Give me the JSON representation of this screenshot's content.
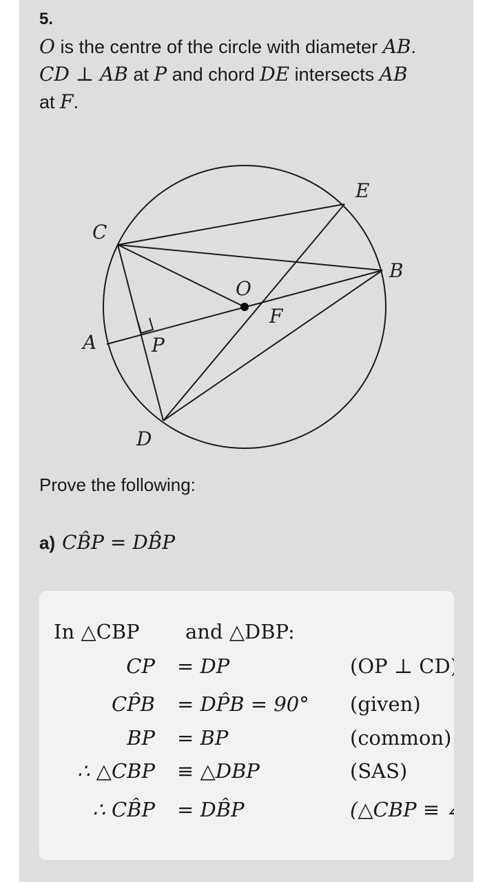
{
  "question_number": "5.",
  "statement": {
    "line1_a": "O",
    "line1_b": " is the centre of the circle with diameter ",
    "line1_c": "AB",
    "line1_d": ".",
    "line2_a": "CD ⊥ AB",
    "line2_b": " at ",
    "line2_c": "P",
    "line2_d": " and chord ",
    "line2_e": "DE",
    "line2_f": " intersects ",
    "line2_g": "AB",
    "line3_a": "at ",
    "line3_b": "F",
    "line3_c": "."
  },
  "diagram": {
    "labels": {
      "A": "A",
      "B": "B",
      "C": "C",
      "D": "D",
      "E": "E",
      "O": "O",
      "P": "P",
      "F": "F"
    }
  },
  "prove_heading": "Prove the following:",
  "part_a": {
    "label": "a)",
    "expr": "CB̂P = DB̂P"
  },
  "proof": {
    "intro_left": "In △CBP",
    "intro_right": "and △DBP:",
    "rows": [
      {
        "lhs": "CP",
        "rel": "= DP",
        "reason": "(OP ⊥ CD)"
      },
      {
        "lhs": "CP̂B",
        "rel": "= DP̂B = 90°",
        "reason": "(given)"
      },
      {
        "lhs": "BP",
        "rel": "= BP",
        "reason": "(common)"
      },
      {
        "lhs": "∴ △CBP",
        "rel": "≡ △DBP",
        "reason": "(SAS)"
      },
      {
        "lhs": "∴ CB̂P",
        "rel": "= DB̂P",
        "reason": "(△CBP ≡ ∠"
      }
    ]
  }
}
